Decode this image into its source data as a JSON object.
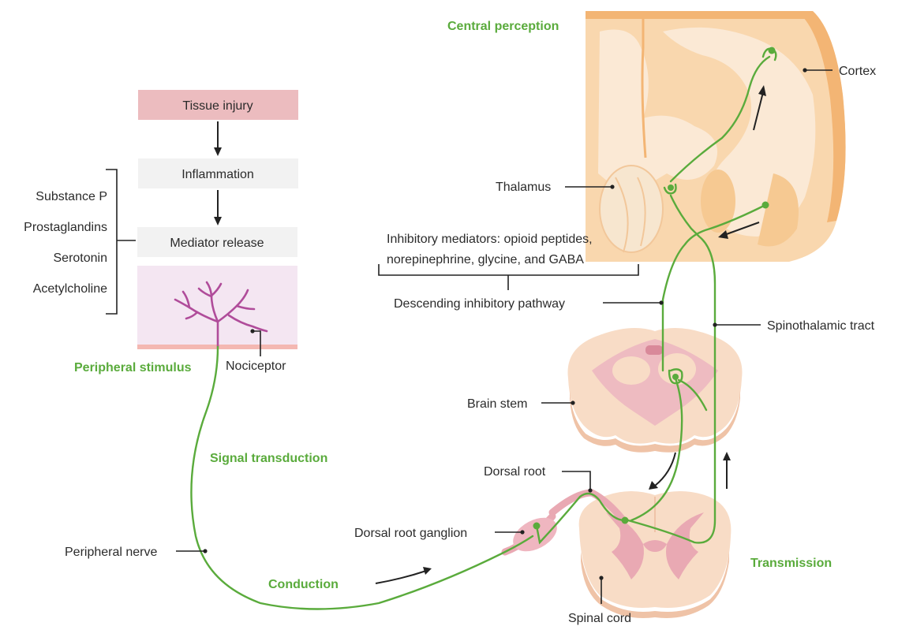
{
  "stages": {
    "central_perception": "Central perception",
    "peripheral_stimulus": "Peripheral stimulus",
    "signal_transduction": "Signal transduction",
    "conduction": "Conduction",
    "transmission": "Transmission"
  },
  "flow": {
    "tissue_injury": "Tissue injury",
    "inflammation": "Inflammation",
    "mediator_release": "Mediator release"
  },
  "mediators": [
    "Substance P",
    "Prostaglandins",
    "Serotonin",
    "Acetylcholine"
  ],
  "labels": {
    "cortex": "Cortex",
    "thalamus": "Thalamus",
    "inhibitory_line1": "Inhibitory mediators: opioid peptides,",
    "inhibitory_line2": "norepinephrine, glycine, and GABA",
    "descending": "Descending inhibitory pathway",
    "spinothalamic": "Spinothalamic tract",
    "brain_stem": "Brain stem",
    "dorsal_root": "Dorsal root",
    "drg": "Dorsal root ganglion",
    "spinal_cord": "Spinal cord",
    "peripheral_nerve": "Peripheral nerve",
    "nociceptor": "Nociceptor"
  },
  "colors": {
    "nerve": "#5aab3c",
    "injury_box": "#ecbcbf",
    "flow_box": "#f2f2f2",
    "tissue": "#f4e6f2",
    "brain": "#f9d7ae",
    "brain_dark": "#f3b574",
    "cord": "#f8dcc6",
    "grey_matter": "#e9a9b3"
  }
}
